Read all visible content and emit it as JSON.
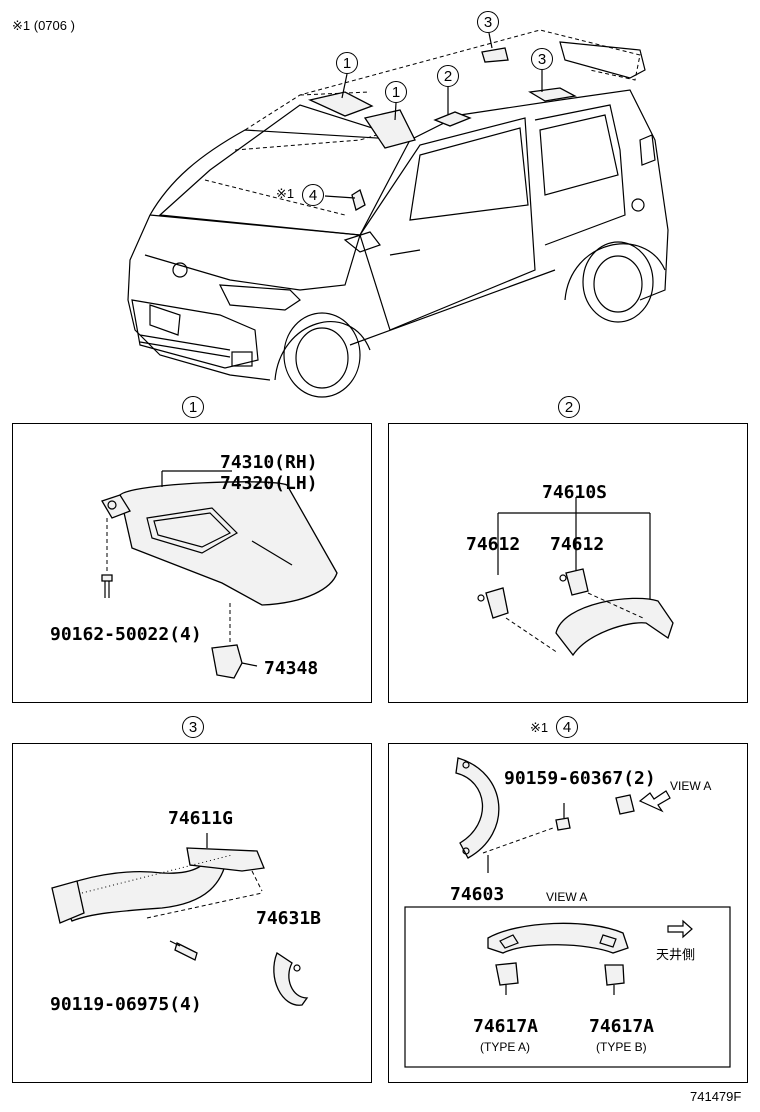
{
  "header": {
    "note": "※1 (0706      )"
  },
  "callouts": {
    "c1": "1",
    "c2": "2",
    "c3": "3",
    "c4": "4",
    "mark": "※1"
  },
  "section1": {
    "title": "1",
    "parts": {
      "visor_rh": "74310(RH)",
      "visor_lh": "74320(LH)",
      "screw": "90162-50022(4)",
      "holder": "74348"
    }
  },
  "section2": {
    "title": "2",
    "parts": {
      "assy": "74610S",
      "cap_a": "74612",
      "cap_b": "74612"
    }
  },
  "section3": {
    "title": "3",
    "parts": {
      "grip": "74611G",
      "hook": "74631B",
      "screw": "90119-06975(4)"
    }
  },
  "section4": {
    "mark": "※1",
    "title": "4",
    "parts": {
      "screw": "90159-60367(2)",
      "grip": "74603",
      "cover_a": "74617A",
      "cover_b": "74617A"
    },
    "labels": {
      "view_arrow": "VIEW A",
      "view_title": "VIEW A",
      "ceiling_side": "天井側",
      "type_a": "(TYPE A)",
      "type_b": "(TYPE B)"
    }
  },
  "footer": {
    "code": "741479F"
  }
}
